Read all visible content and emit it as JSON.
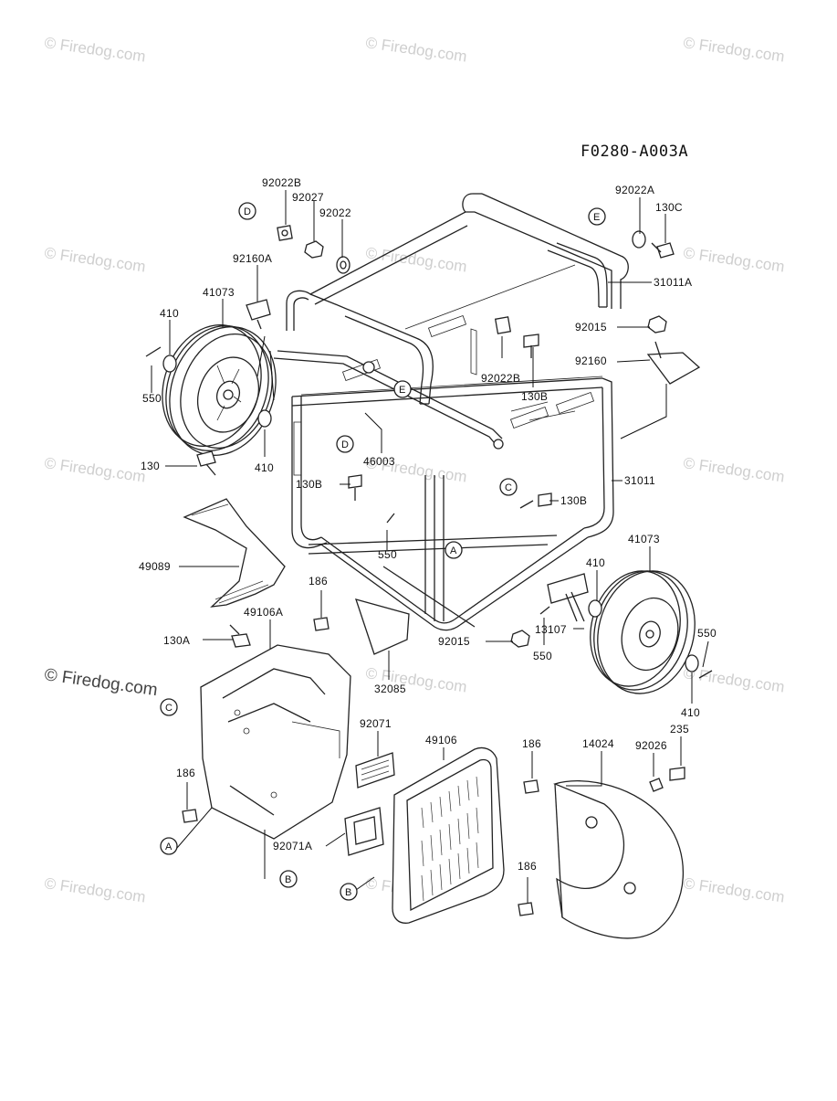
{
  "diagram": {
    "code": "F0280-A003A",
    "watermark": "© Firedog.com",
    "watermark_main": "© Firedog.com",
    "part_labels": [
      "92022B",
      "92027",
      "92022",
      "92022A",
      "130C",
      "92160A",
      "41073",
      "31011A",
      "410",
      "92015",
      "92160",
      "550",
      "92022B",
      "130B",
      "46003",
      "130",
      "410",
      "130B",
      "31011",
      "130B",
      "550",
      "49089",
      "41073",
      "186",
      "410",
      "49106A",
      "130A",
      "13107",
      "550",
      "92015",
      "550",
      "32085",
      "410",
      "92071",
      "49106",
      "186",
      "14024",
      "92026",
      "235",
      "186",
      "92071A",
      "186"
    ],
    "callouts": [
      "D",
      "E",
      "E",
      "D",
      "C",
      "A",
      "C",
      "A",
      "B",
      "B"
    ]
  }
}
